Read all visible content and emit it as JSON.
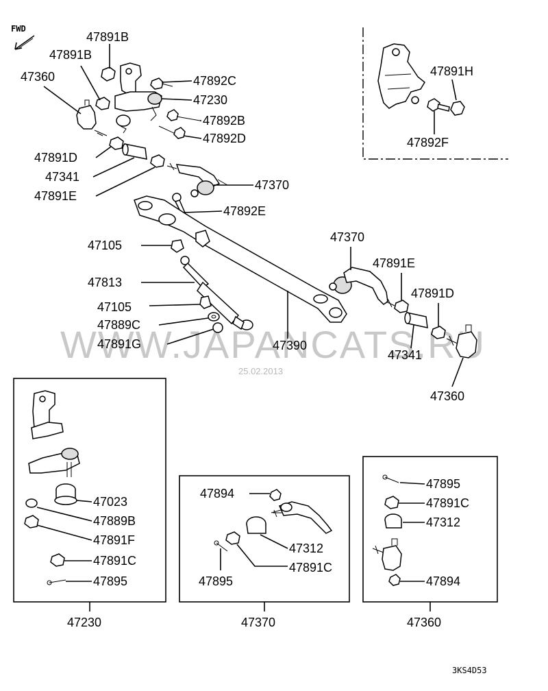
{
  "fwd_label": "FWD",
  "watermark": "WWW.JAPANCATS.RU",
  "date_stamp": "25.02.2013",
  "diagram_code": "3KS4D53",
  "main_labels": {
    "l_47891B_a": "47891B",
    "l_47891B_b": "47891B",
    "l_47360_top": "47360",
    "l_47892C": "47892C",
    "l_47230": "47230",
    "l_47892B": "47892B",
    "l_47892D": "47892D",
    "l_47891D_left": "47891D",
    "l_47341_left": "47341",
    "l_47891E_left": "47891E",
    "l_47370_top": "47370",
    "l_47892E": "47892E",
    "l_47105_a": "47105",
    "l_47813": "47813",
    "l_47105_b": "47105",
    "l_47889C": "47889C",
    "l_47891G": "47891G",
    "l_47390": "47390",
    "l_47370_right": "47370",
    "l_47891E_right": "47891E",
    "l_47891D_right": "47891D",
    "l_47341_right": "47341",
    "l_47360_right": "47360",
    "l_47891H": "47891H",
    "l_47892F": "47892F"
  },
  "box_47230": {
    "title": "47230",
    "items": [
      "47023",
      "47889B",
      "47891F",
      "47891C",
      "47895"
    ]
  },
  "box_47370": {
    "title": "47370",
    "items": [
      "47894",
      "47312",
      "47895",
      "47891C"
    ]
  },
  "box_47360": {
    "title": "47360",
    "items": [
      "47895",
      "47891C",
      "47312",
      "47894"
    ]
  }
}
